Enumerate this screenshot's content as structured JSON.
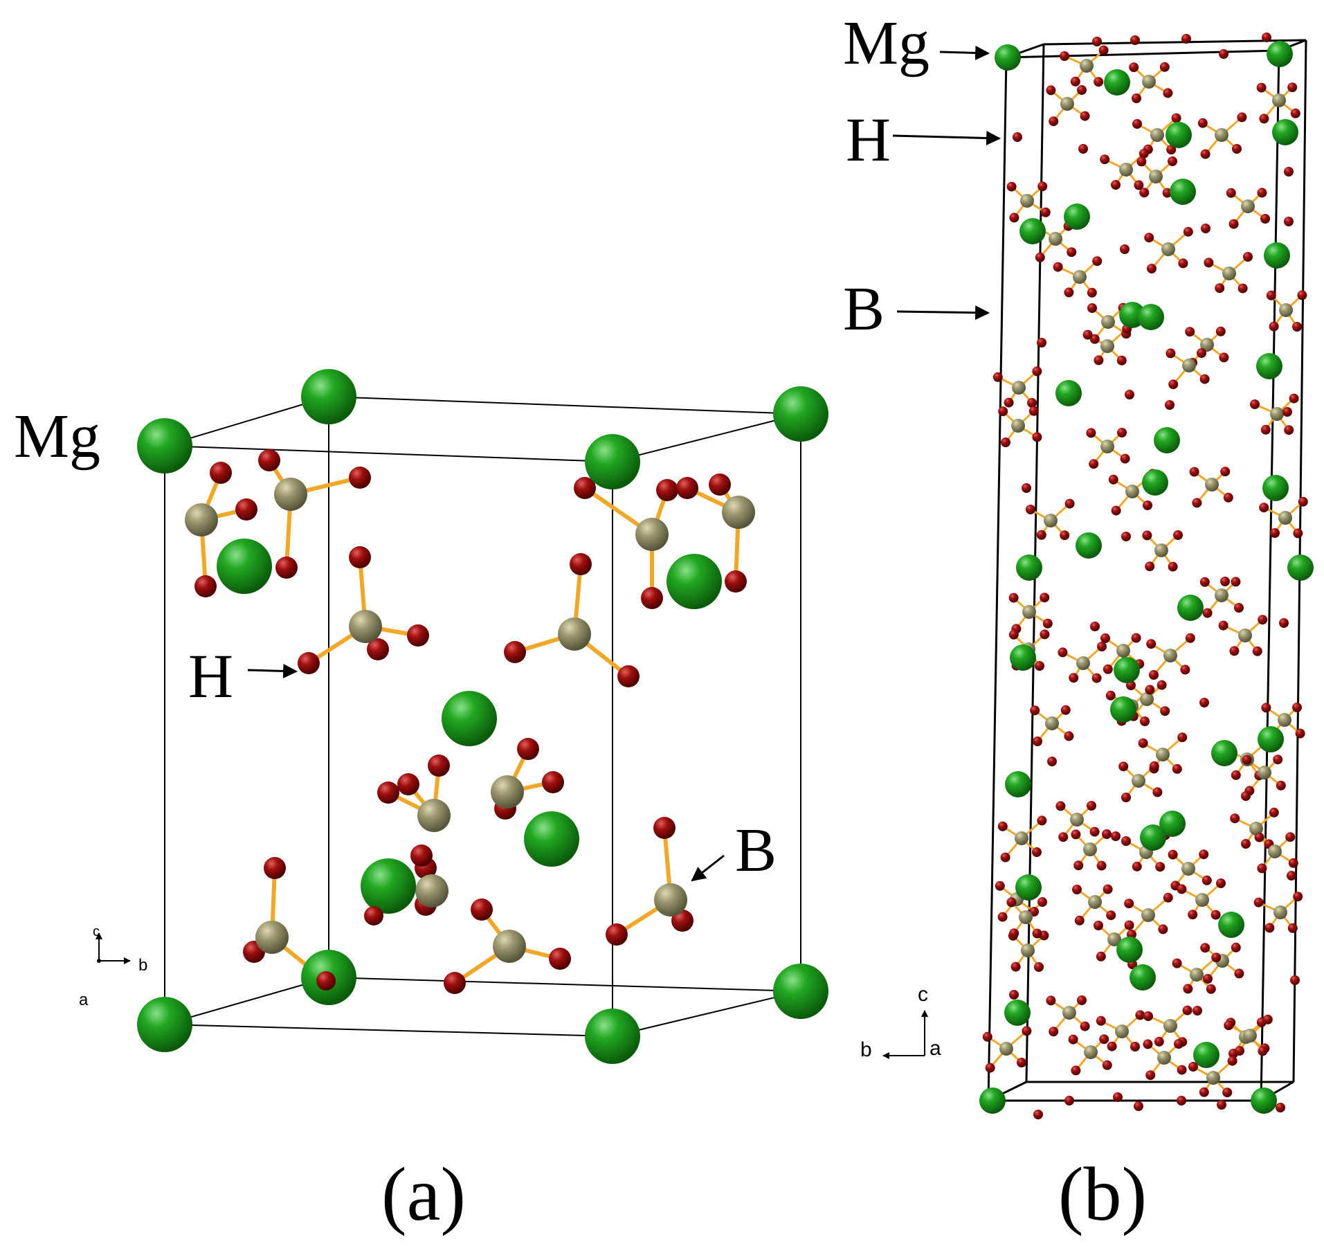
{
  "panel_a": {
    "caption": "(a)",
    "labels": {
      "mg": "Mg",
      "h": "H",
      "b": "B"
    },
    "axes": {
      "c": "c",
      "b": "b",
      "a": "a"
    }
  },
  "panel_b": {
    "caption": "(b)",
    "labels": {
      "mg": "Mg",
      "h": "H",
      "b": "B"
    },
    "axes": {
      "c": "c",
      "b": "b",
      "a": "a"
    }
  },
  "atom_colors": {
    "mg": "#1f9a1f",
    "b": "#8e8b62",
    "h": "#8c0a0a",
    "bond": "#f0a82a"
  }
}
